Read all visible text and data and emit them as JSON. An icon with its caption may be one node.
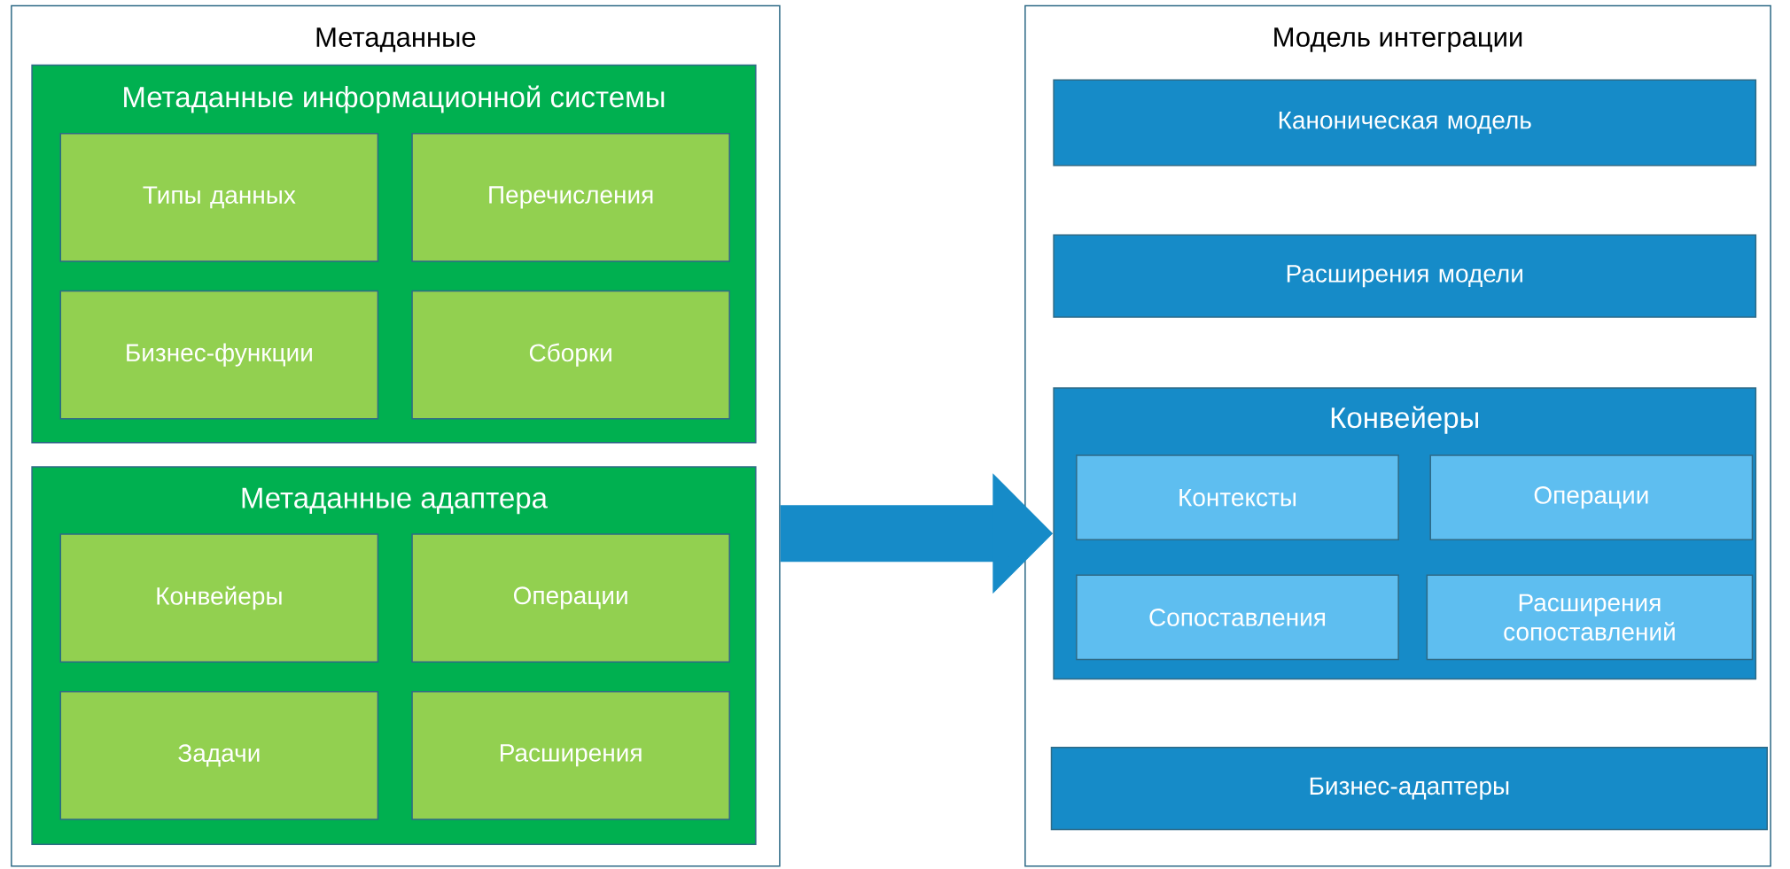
{
  "diagram": {
    "nodes": [
      {
        "text": [
          "Метаданные"
        ]
      },
      {
        "text": [
          "Метаданные информационной  системы"
        ],
        "in": 0
      },
      {
        "text": [
          "Типы данных"
        ],
        "in": 1
      },
      {
        "text": [
          "Перечисления"
        ],
        "in": 1
      },
      {
        "text": [
          "Бизнес-функции"
        ],
        "in": 1
      },
      {
        "text": [
          "Сборки"
        ],
        "in": 1
      },
      {
        "text": [
          "Метаданные адаптера"
        ],
        "in": 0
      },
      {
        "text": [
          "Конвейеры"
        ],
        "in": 6
      },
      {
        "text": [
          "Операции"
        ],
        "in": 6
      },
      {
        "text": [
          "Задачи"
        ],
        "in": 6
      },
      {
        "text": [
          "Расширения"
        ],
        "in": 6
      },
      {
        "text": [
          "Модель интеграции"
        ]
      },
      {
        "text": [
          "Каноническая модель"
        ],
        "in": 11
      },
      {
        "text": [
          "Расширения модели"
        ],
        "in": 11
      },
      {
        "text": [
          "Конвейеры"
        ],
        "in": 11
      },
      {
        "text": [
          "Контексты"
        ],
        "in": 14
      },
      {
        "text": [
          "Операции"
        ],
        "in": 14
      },
      {
        "text": [
          "Сопоставления"
        ],
        "in": 14
      },
      {
        "text": [
          "Расширения сопоставлений"
        ],
        "in": 14
      },
      {
        "text": [
          "Бизнес-адаптеры"
        ],
        "in": 11
      }
    ],
    "edges": [
      {
        "from": 0,
        "to": 14,
        "arrow": "to"
      }
    ]
  }
}
